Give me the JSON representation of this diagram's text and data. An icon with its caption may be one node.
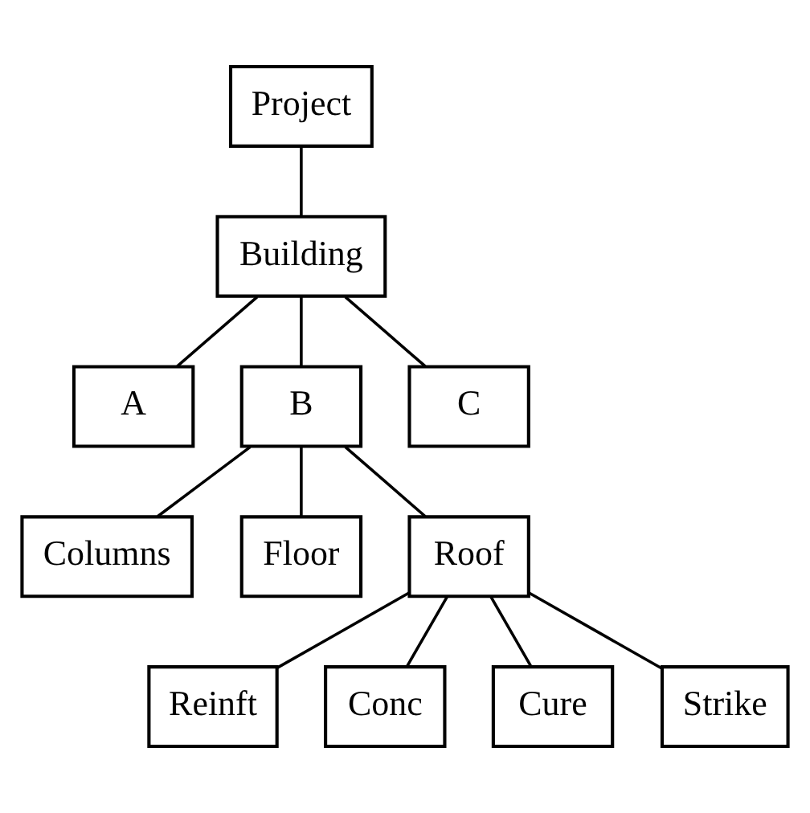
{
  "diagram": {
    "nodes": [
      {
        "text": [
          "Project"
        ]
      },
      {
        "text": [
          "Building"
        ]
      },
      {
        "text": [
          "A"
        ]
      },
      {
        "text": [
          "B"
        ]
      },
      {
        "text": [
          "C"
        ]
      },
      {
        "text": [
          "Columns"
        ]
      },
      {
        "text": [
          "Floor"
        ]
      },
      {
        "text": [
          "Roof"
        ]
      },
      {
        "text": [
          "Reinft"
        ]
      },
      {
        "text": [
          "Conc"
        ]
      },
      {
        "text": [
          "Cure"
        ]
      },
      {
        "text": [
          "Strike"
        ]
      }
    ],
    "edges": [
      {
        "from": 0,
        "to": 1,
        "arrow": "none"
      },
      {
        "from": 1,
        "to": 2,
        "arrow": "none"
      },
      {
        "from": 1,
        "to": 3,
        "arrow": "none"
      },
      {
        "from": 1,
        "to": 4,
        "arrow": "none"
      },
      {
        "from": 3,
        "to": 5,
        "arrow": "none"
      },
      {
        "from": 3,
        "to": 6,
        "arrow": "none"
      },
      {
        "from": 3,
        "to": 7,
        "arrow": "none"
      },
      {
        "from": 7,
        "to": 8,
        "arrow": "none"
      },
      {
        "from": 7,
        "to": 9,
        "arrow": "none"
      },
      {
        "from": 7,
        "to": 10,
        "arrow": "none"
      },
      {
        "from": 7,
        "to": 11,
        "arrow": "none"
      }
    ]
  }
}
